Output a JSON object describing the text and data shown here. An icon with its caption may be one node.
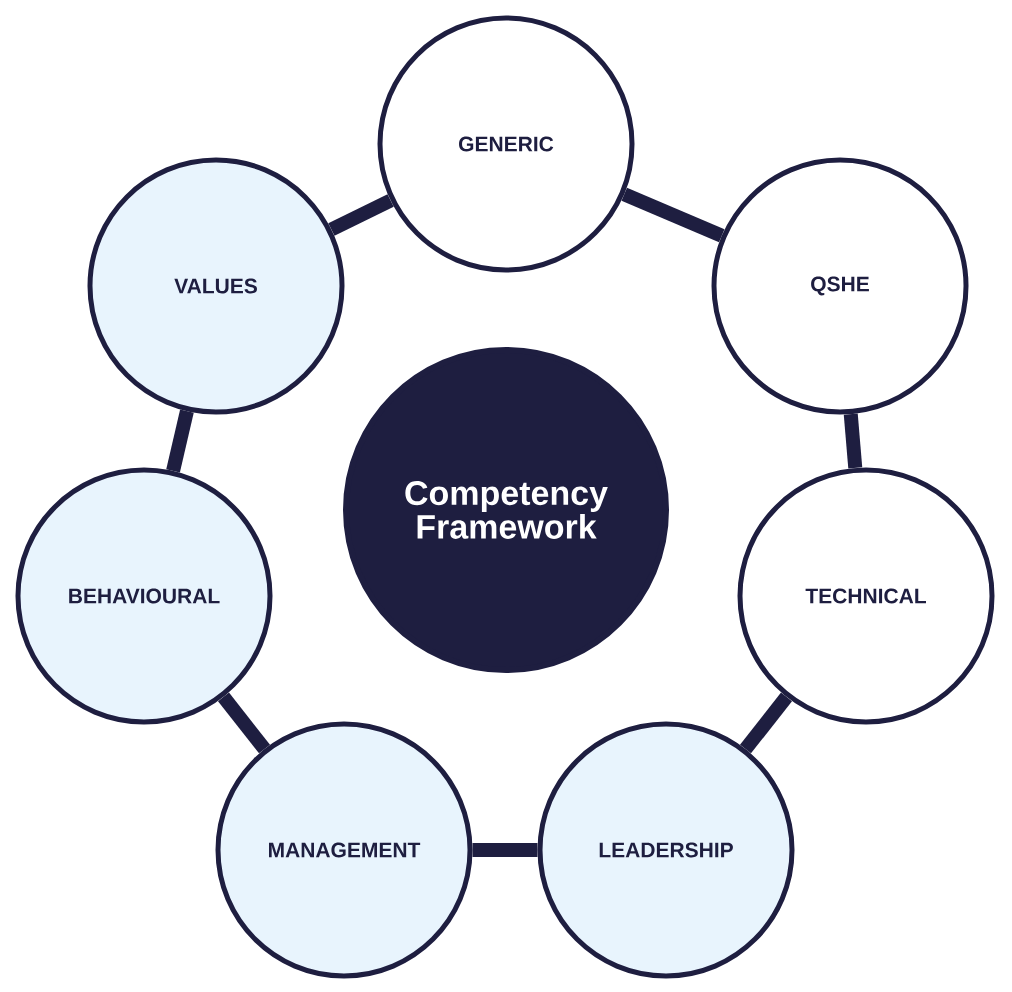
{
  "diagram": {
    "nodes": [
      {
        "text": [
          "GENERIC"
        ]
      },
      {
        "text": [
          "QSHE"
        ]
      },
      {
        "text": [
          "TECHNICAL"
        ]
      },
      {
        "text": [
          "LEADERSHIP"
        ]
      },
      {
        "text": [
          "MANAGEMENT"
        ]
      },
      {
        "text": [
          "BEHAVIOURAL"
        ]
      },
      {
        "text": [
          "VALUES"
        ]
      },
      {
        "text": [
          "Competency Framework"
        ]
      }
    ],
    "edges": [
      {
        "from": 0,
        "to": 1,
        "arrow": "none"
      },
      {
        "from": 1,
        "to": 2,
        "arrow": "none"
      },
      {
        "from": 2,
        "to": 3,
        "arrow": "none"
      },
      {
        "from": 3,
        "to": 4,
        "arrow": "none"
      },
      {
        "from": 4,
        "to": 5,
        "arrow": "none"
      },
      {
        "from": 5,
        "to": 6,
        "arrow": "none"
      },
      {
        "from": 6,
        "to": 0,
        "arrow": "none"
      }
    ]
  }
}
